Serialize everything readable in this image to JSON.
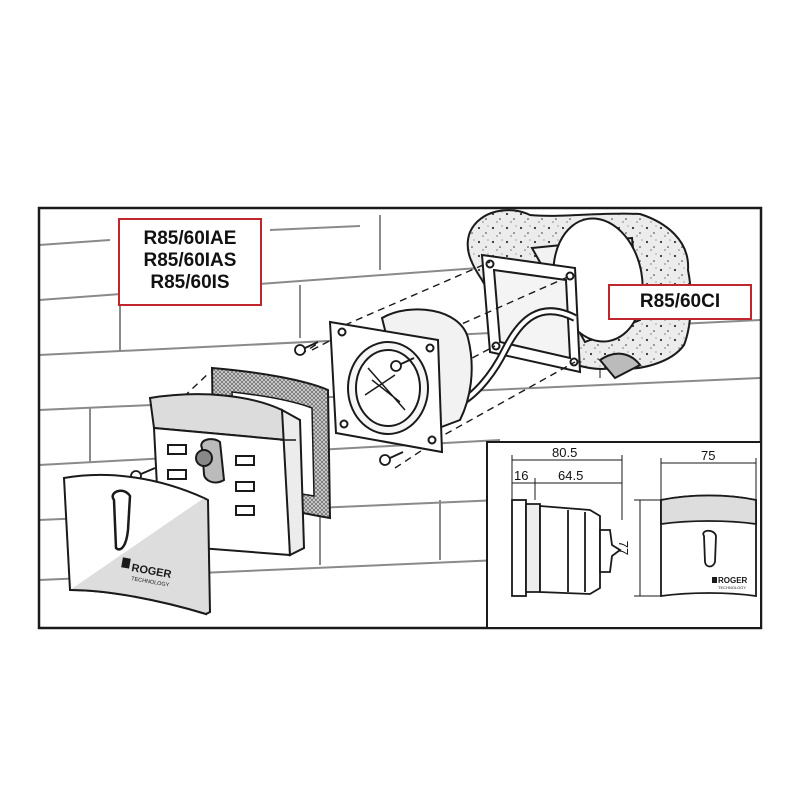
{
  "labels": {
    "models_group": [
      "R85/60IAE",
      "R85/60IAS",
      "R85/60IS"
    ],
    "base_model": "R85/60CI"
  },
  "dimensions": {
    "total_depth": "80.5",
    "front_depth": "16",
    "body_depth": "64.5",
    "width": "75",
    "height": "77"
  },
  "brand": {
    "logo_text": "ROGER",
    "logo_subtext": "TECHNOLOGY"
  },
  "colors": {
    "label_border": "#c0262c",
    "line": "#1a1a1a"
  }
}
